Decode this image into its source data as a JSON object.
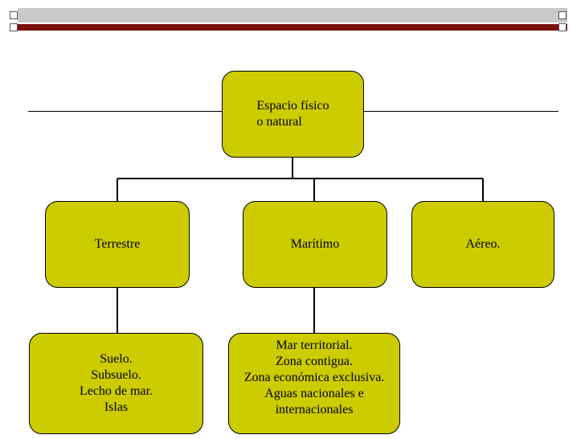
{
  "diagram": {
    "root": {
      "label": "Espacio  físico\n   o natural"
    },
    "level1": [
      {
        "label": "Terrestre"
      },
      {
        "label": "Marítimo"
      },
      {
        "label": "Aéreo."
      }
    ],
    "level2": [
      {
        "label": "Suelo.\nSubsuelo.\nLecho  de mar.\nIslas"
      },
      {
        "label": "Mar  territorial.\nZona contigua.\nZona económica exclusiva.\nAguas nacionales e\ninternacionales"
      }
    ]
  },
  "colors": {
    "box_fill": "#cccc00",
    "top_bar": "#c9c9c9",
    "accent_bar": "#7a1010"
  }
}
